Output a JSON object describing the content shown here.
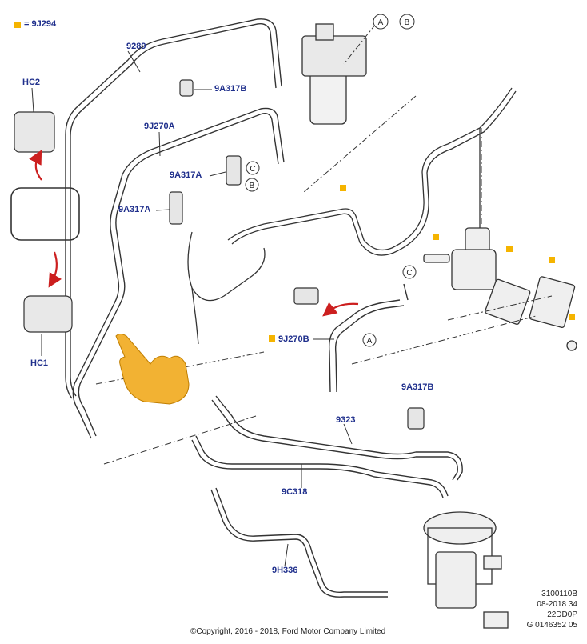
{
  "legend": {
    "swatch_color": "#f5b400",
    "text": "= 9J294"
  },
  "callouts": {
    "c9289": "9289",
    "hc2": "HC2",
    "hc1": "HC1",
    "c9a317b_top": "9A317B",
    "c9j270a": "9J270A",
    "c9a317a_1": "9A317A",
    "c9a317a_2": "9A317A",
    "c9j270b": "9J270B",
    "c9a317b_bottom": "9A317B",
    "c9323": "9323",
    "c9c318": "9C318",
    "c9h336": "9H336"
  },
  "reference_circles": {
    "a": "A",
    "b": "B",
    "c": "C"
  },
  "meta_block": {
    "line1": "3100110B",
    "line2": "08-2018 34",
    "line3": "22DD0P",
    "line4": "G 0146352 05"
  },
  "copyright": "©Copyright, 2016 - 2018, Ford Motor Company Limited",
  "colors": {
    "label": "#1f2f8c",
    "arrow": "#cc1f1f",
    "line": "#333333",
    "marker": "#f5b400",
    "hand": "#f2b233"
  },
  "icons": [
    "hand-pointer-icon",
    "red-arrow-icon"
  ]
}
